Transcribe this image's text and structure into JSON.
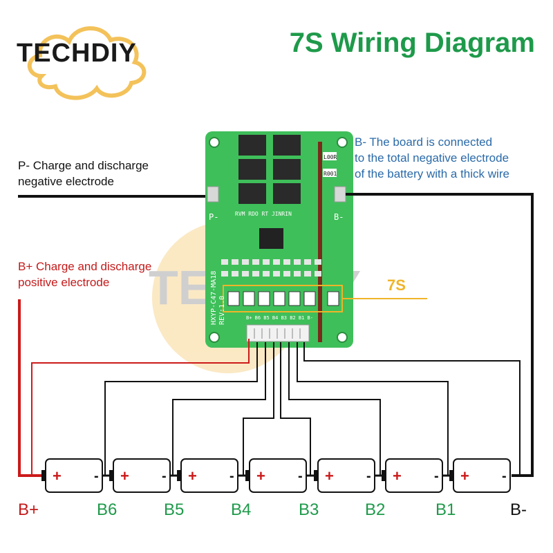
{
  "brand": {
    "logo_text": "TECHDIY",
    "watermark_text": "TECHDIY"
  },
  "title": "7S Wiring Diagram",
  "annotations": {
    "p_minus": [
      "P- Charge and discharge",
      "negative electrode"
    ],
    "b_plus": [
      "B+ Charge and discharge",
      "positive electrode"
    ],
    "b_minus": [
      "B- The board is connected",
      "to the total negative electrode",
      "of the battery with a thick wire"
    ]
  },
  "board": {
    "model": "HXYP-C47-MA18",
    "rev": "REV:1.0",
    "p_pad": "P-",
    "b_pad": "B-",
    "connector_pins": "B+ B6 B5 B4 B3 B2 B1 B-",
    "top_labels": "RVM RDO RT JINRIN",
    "res_label_1": "L00R",
    "res_label_2": "R001",
    "highlight_label": "7S"
  },
  "cells": [
    {
      "pos": "+",
      "neg": "-"
    },
    {
      "pos": "+",
      "neg": "-"
    },
    {
      "pos": "+",
      "neg": "-"
    },
    {
      "pos": "+",
      "neg": "-"
    },
    {
      "pos": "+",
      "neg": "-"
    },
    {
      "pos": "+",
      "neg": "-"
    },
    {
      "pos": "+",
      "neg": "-"
    }
  ],
  "terminals": [
    "B+",
    "B6",
    "B5",
    "B4",
    "B3",
    "B2",
    "B1",
    "B-"
  ],
  "colors": {
    "title_green": "#1e9a4a",
    "annotation_red": "#c41a1a",
    "annotation_blue": "#2a6aa8",
    "board_green": "#3fbf5a",
    "logo_cloud": "#f3c25a"
  }
}
